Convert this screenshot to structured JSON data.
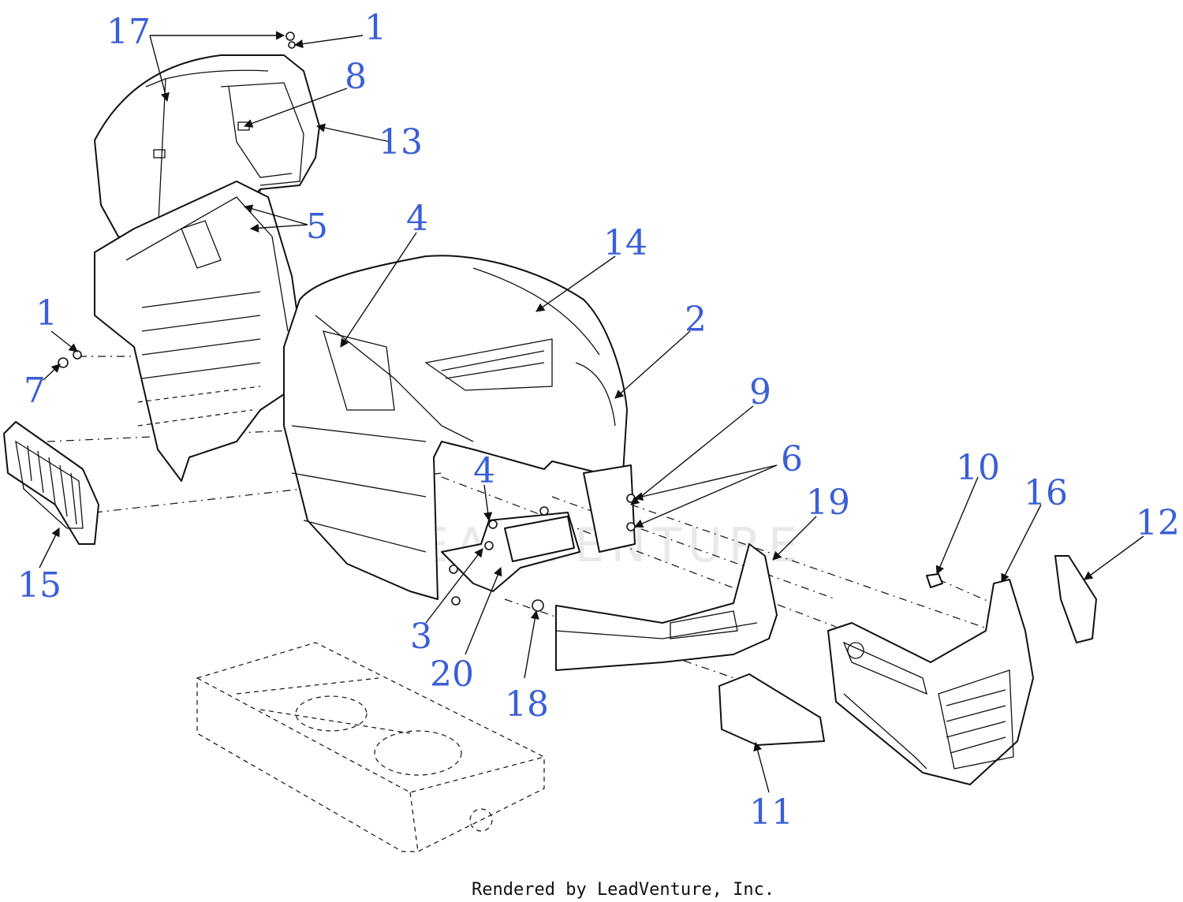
{
  "footer": {
    "credit": "Rendered by LeadVenture, Inc."
  },
  "watermark": {
    "text": "LEADVENTURE"
  },
  "colors": {
    "callout": "#3a5fd6",
    "line": "#111111"
  },
  "callouts": [
    {
      "id": "c17",
      "label": "17"
    },
    {
      "id": "c1a",
      "label": "1"
    },
    {
      "id": "c8",
      "label": "8"
    },
    {
      "id": "c13",
      "label": "13"
    },
    {
      "id": "c5",
      "label": "5"
    },
    {
      "id": "c4a",
      "label": "4"
    },
    {
      "id": "c14",
      "label": "14"
    },
    {
      "id": "c2",
      "label": "2"
    },
    {
      "id": "c1b",
      "label": "1"
    },
    {
      "id": "c7",
      "label": "7"
    },
    {
      "id": "c9",
      "label": "9"
    },
    {
      "id": "c6",
      "label": "6"
    },
    {
      "id": "c4b",
      "label": "4"
    },
    {
      "id": "c10",
      "label": "10"
    },
    {
      "id": "c16",
      "label": "16"
    },
    {
      "id": "c19",
      "label": "19"
    },
    {
      "id": "c12",
      "label": "12"
    },
    {
      "id": "c15",
      "label": "15"
    },
    {
      "id": "c3",
      "label": "3"
    },
    {
      "id": "c20",
      "label": "20"
    },
    {
      "id": "c18",
      "label": "18"
    },
    {
      "id": "c11",
      "label": "11"
    }
  ]
}
